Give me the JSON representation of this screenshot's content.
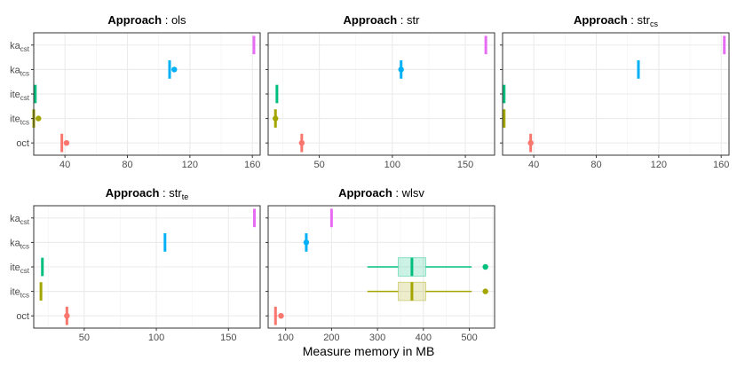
{
  "xlabel": "Measure memory in MB",
  "colors": {
    "oct": "#F8766D",
    "ite_tcs": "#A3A500",
    "ite_cst": "#00BF7D",
    "ka_tcs": "#00B0F6",
    "ka_cst": "#E76BF3"
  },
  "chart_data": [
    {
      "type": "box",
      "facet_prefix": "Approach",
      "facet_name": "ols",
      "xlim": [
        20,
        165
      ],
      "xticks": [
        40,
        80,
        120,
        160
      ],
      "categories": [
        "oct",
        "ite_tcs",
        "ite_cst",
        "ka_tcs",
        "ka_cst"
      ],
      "boxes": [
        {
          "cat": "oct",
          "median": 38,
          "q1": 38,
          "q3": 38,
          "min": 38,
          "max": 38,
          "outliers": [
            41
          ]
        },
        {
          "cat": "ite_tcs",
          "median": 20,
          "q1": 20,
          "q3": 20,
          "min": 20,
          "max": 20,
          "outliers": [
            23
          ]
        },
        {
          "cat": "ite_cst",
          "median": 21,
          "q1": 21,
          "q3": 21,
          "min": 21,
          "max": 21,
          "outliers": []
        },
        {
          "cat": "ka_tcs",
          "median": 107,
          "q1": 107,
          "q3": 107,
          "min": 107,
          "max": 107,
          "outliers": [
            110
          ]
        },
        {
          "cat": "ka_cst",
          "median": 161,
          "q1": 161,
          "q3": 161,
          "min": 161,
          "max": 161,
          "outliers": []
        }
      ]
    },
    {
      "type": "box",
      "facet_prefix": "Approach",
      "facet_name": "str",
      "xlim": [
        15,
        170
      ],
      "xticks": [
        50,
        100,
        150
      ],
      "categories": [
        "oct",
        "ite_tcs",
        "ite_cst",
        "ka_tcs",
        "ka_cst"
      ],
      "boxes": [
        {
          "cat": "oct",
          "median": 38,
          "q1": 38,
          "q3": 38,
          "min": 38,
          "max": 38,
          "outliers": [
            38
          ]
        },
        {
          "cat": "ite_tcs",
          "median": 20,
          "q1": 20,
          "q3": 20,
          "min": 20,
          "max": 20,
          "outliers": [
            20
          ]
        },
        {
          "cat": "ite_cst",
          "median": 21,
          "q1": 21,
          "q3": 21,
          "min": 21,
          "max": 21,
          "outliers": []
        },
        {
          "cat": "ka_tcs",
          "median": 106,
          "q1": 106,
          "q3": 106,
          "min": 106,
          "max": 106,
          "outliers": [
            106
          ]
        },
        {
          "cat": "ka_cst",
          "median": 164,
          "q1": 164,
          "q3": 164,
          "min": 164,
          "max": 164,
          "outliers": []
        }
      ]
    },
    {
      "type": "box",
      "facet_prefix": "Approach",
      "facet_name": "str",
      "facet_sub": "cs",
      "xlim": [
        20,
        165
      ],
      "xticks": [
        40,
        80,
        120,
        160
      ],
      "categories": [
        "oct",
        "ite_tcs",
        "ite_cst",
        "ka_tcs",
        "ka_cst"
      ],
      "boxes": [
        {
          "cat": "oct",
          "median": 38,
          "q1": 38,
          "q3": 38,
          "min": 38,
          "max": 38,
          "outliers": [
            38
          ]
        },
        {
          "cat": "ite_tcs",
          "median": 21,
          "q1": 21,
          "q3": 21,
          "min": 21,
          "max": 21,
          "outliers": []
        },
        {
          "cat": "ite_cst",
          "median": 21,
          "q1": 21,
          "q3": 21,
          "min": 21,
          "max": 21,
          "outliers": []
        },
        {
          "cat": "ka_tcs",
          "median": 107,
          "q1": 107,
          "q3": 107,
          "min": 107,
          "max": 107,
          "outliers": []
        },
        {
          "cat": "ka_cst",
          "median": 162,
          "q1": 162,
          "q3": 162,
          "min": 162,
          "max": 162,
          "outliers": []
        }
      ]
    },
    {
      "type": "box",
      "facet_prefix": "Approach",
      "facet_name": "str",
      "facet_sub": "te",
      "xlim": [
        15,
        172
      ],
      "xticks": [
        50,
        100,
        150
      ],
      "categories": [
        "oct",
        "ite_tcs",
        "ite_cst",
        "ka_tcs",
        "ka_cst"
      ],
      "boxes": [
        {
          "cat": "oct",
          "median": 38,
          "q1": 38,
          "q3": 38,
          "min": 38,
          "max": 38,
          "outliers": [
            38
          ]
        },
        {
          "cat": "ite_tcs",
          "median": 20,
          "q1": 20,
          "q3": 20,
          "min": 20,
          "max": 20,
          "outliers": []
        },
        {
          "cat": "ite_cst",
          "median": 21,
          "q1": 21,
          "q3": 21,
          "min": 21,
          "max": 21,
          "outliers": []
        },
        {
          "cat": "ka_tcs",
          "median": 106,
          "q1": 106,
          "q3": 106,
          "min": 106,
          "max": 106,
          "outliers": []
        },
        {
          "cat": "ka_cst",
          "median": 168,
          "q1": 168,
          "q3": 168,
          "min": 168,
          "max": 168,
          "outliers": []
        }
      ]
    },
    {
      "type": "box",
      "facet_prefix": "Approach",
      "facet_name": "wlsv",
      "xlim": [
        62,
        555
      ],
      "xticks": [
        100,
        200,
        300,
        400,
        500
      ],
      "categories": [
        "oct",
        "ite_tcs",
        "ite_cst",
        "ka_tcs",
        "ka_cst"
      ],
      "boxes": [
        {
          "cat": "oct",
          "median": 78,
          "q1": 78,
          "q3": 78,
          "min": 75,
          "max": 82,
          "outliers": [
            90
          ]
        },
        {
          "cat": "ite_tcs",
          "median": 375,
          "q1": 345,
          "q3": 405,
          "min": 278,
          "max": 505,
          "outliers": [
            535
          ]
        },
        {
          "cat": "ite_cst",
          "median": 375,
          "q1": 345,
          "q3": 405,
          "min": 278,
          "max": 505,
          "outliers": [
            535
          ]
        },
        {
          "cat": "ka_tcs",
          "median": 145,
          "q1": 145,
          "q3": 145,
          "min": 140,
          "max": 150,
          "outliers": [
            145
          ]
        },
        {
          "cat": "ka_cst",
          "median": 200,
          "q1": 200,
          "q3": 200,
          "min": 200,
          "max": 200,
          "outliers": []
        }
      ]
    }
  ],
  "category_labels": [
    {
      "cat": "oct",
      "base": "oct",
      "sub": ""
    },
    {
      "cat": "ite_tcs",
      "base": "ite",
      "sub": "tcs"
    },
    {
      "cat": "ite_cst",
      "base": "ite",
      "sub": "cst"
    },
    {
      "cat": "ka_tcs",
      "base": "ka",
      "sub": "tcs"
    },
    {
      "cat": "ka_cst",
      "base": "ka",
      "sub": "cst"
    }
  ]
}
